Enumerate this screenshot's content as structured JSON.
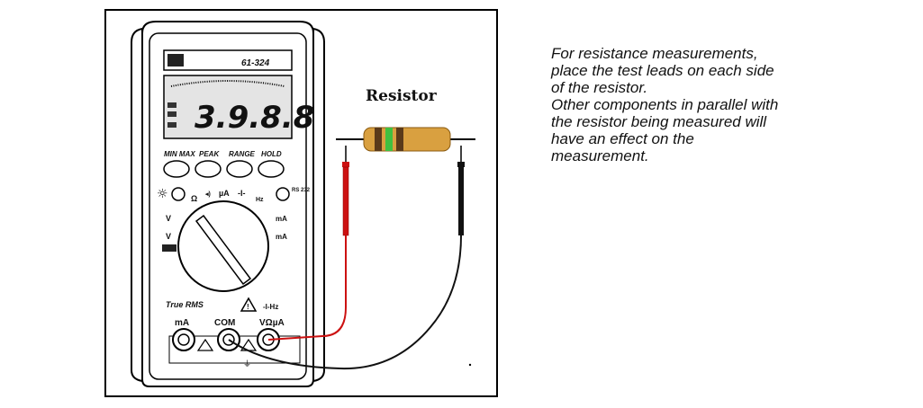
{
  "caption": {
    "lines": [
      "For resistance measurements,",
      "place the test leads on each side",
      "of the resistor.",
      "Other components in parallel with",
      "the resistor being measured will",
      "have an effect on the",
      "measurement."
    ]
  },
  "resistor": {
    "label": "Resistor"
  },
  "meter": {
    "model": "61-324",
    "display_value": "3.9.8.8",
    "buttons": [
      "MIN MAX",
      "PEAK",
      "RANGE",
      "HOLD"
    ],
    "dial_labels": {
      "ohm": "Ω",
      "micro_amp": "µA",
      "hz": "Hz",
      "v_ac": "V",
      "v_dc": "V",
      "ma": "mA",
      "a": "mA",
      "rs232": "RS 232"
    },
    "true_rms": "True RMS",
    "jacks": {
      "ma": "mA",
      "com": "COM",
      "v": "VΩµA",
      "v_top": "-I-Hz"
    }
  },
  "colors": {
    "red_lead": "#cc1111",
    "black_lead": "#111111",
    "resistor_body": "#d9a040",
    "band_green": "#40c040"
  }
}
